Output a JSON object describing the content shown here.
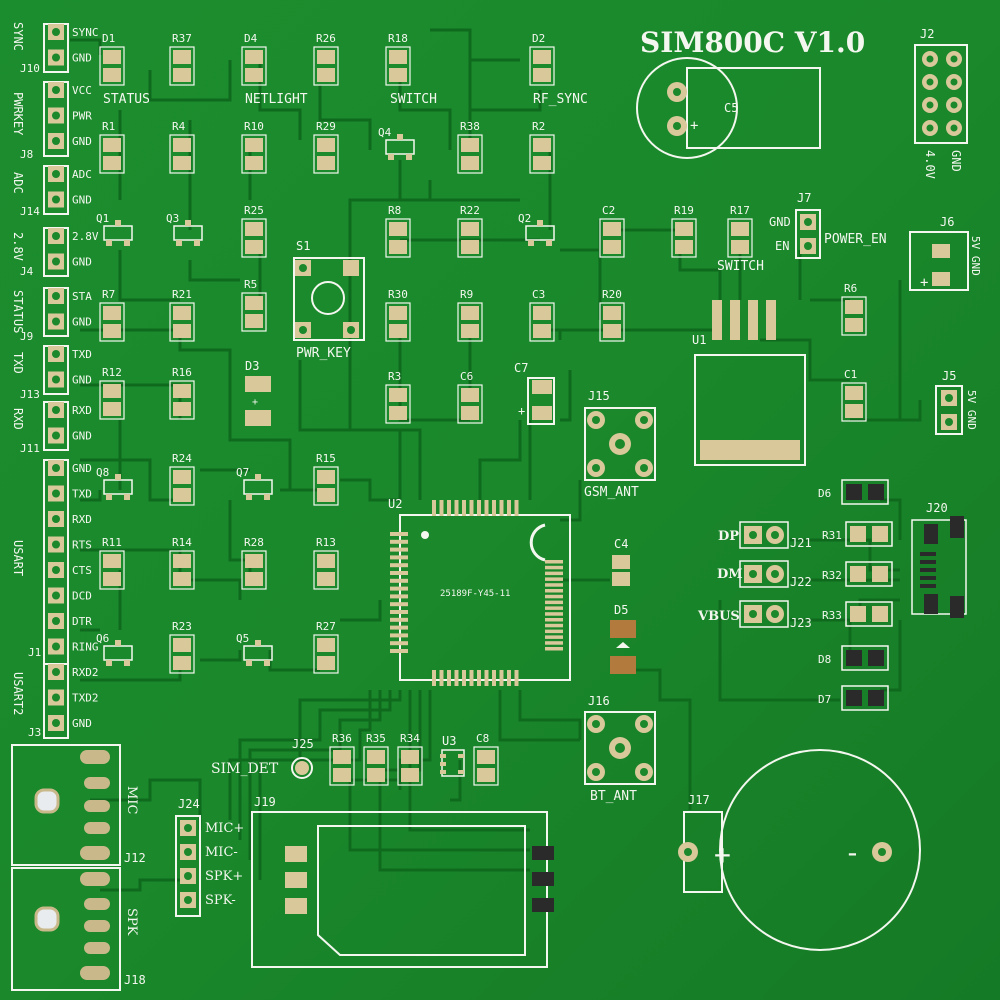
{
  "board": {
    "title": "SIM800C  V1.0",
    "chip_marking": "25189F-Y45-11",
    "colors": {
      "pcb": "#1a8a2c",
      "pcb_dark": "#0f6a1e",
      "silk": "#f4f7ef",
      "pad": "#d8c89a"
    }
  },
  "left_labels": {
    "J10": {
      "ref": "J10",
      "name": "SYNC",
      "pins": [
        "SYNC",
        "GND"
      ]
    },
    "J8": {
      "ref": "J8",
      "name": "PWRKEY",
      "pins": [
        "VCC",
        "PWR",
        "GND"
      ]
    },
    "J14": {
      "ref": "J14",
      "name": "ADC",
      "pins": [
        "ADC",
        "GND"
      ]
    },
    "J4": {
      "ref": "J4",
      "name": "2.8V",
      "pins": [
        "2.8V",
        "GND"
      ]
    },
    "J9": {
      "ref": "J9",
      "name": "STATUS",
      "pins": [
        "STA",
        "GND"
      ]
    },
    "J13": {
      "ref": "J13",
      "name": "TXD",
      "pins": [
        "TXD",
        "GND"
      ]
    },
    "J11": {
      "ref": "J11",
      "name": "RXD",
      "pins": [
        "RXD",
        "GND"
      ]
    },
    "J1": {
      "ref": "J1",
      "name": "USART",
      "pins": [
        "GND",
        "TXD",
        "RXD",
        "RTS",
        "CTS",
        "DCD",
        "DTR",
        "RING"
      ]
    },
    "J3": {
      "ref": "J3",
      "name": "USART2",
      "pins": [
        "RXD2",
        "TXD2",
        "GND"
      ]
    }
  },
  "top_leds": [
    "D1",
    "R37",
    "D4",
    "R26",
    "R18",
    "D2"
  ],
  "top_captions": [
    "STATUS",
    "NETLIGHT",
    "SWITCH",
    "RF_SYNC"
  ],
  "refs": {
    "R1": "R1",
    "R4": "R4",
    "R10": "R10",
    "R29": "R29",
    "Q4": "Q4",
    "R38": "R38",
    "R2": "R2",
    "Q1": "Q1",
    "Q3": "Q3",
    "R25": "R25",
    "R8": "R8",
    "R22": "R22",
    "Q2": "Q2",
    "C2": "C2",
    "R19": "R19",
    "R17": "R17",
    "S1": "S1",
    "R5": "R5",
    "R7": "R7",
    "R21": "R21",
    "R30": "R30",
    "R9": "R9",
    "C3": "C3",
    "R20": "R20",
    "D3": "D3",
    "R3": "R3",
    "C6": "C6",
    "C7": "C7",
    "R12": "R12",
    "R16": "R16",
    "Q8": "Q8",
    "R24": "R24",
    "Q7": "Q7",
    "R15": "R15",
    "R11": "R11",
    "R14": "R14",
    "R28": "R28",
    "R13": "R13",
    "Q6": "Q6",
    "R23": "R23",
    "Q5": "Q5",
    "R27": "R27",
    "U2": "U2",
    "U1": "U1",
    "C4": "C4",
    "D5": "D5",
    "J15": "J15",
    "J16": "J16",
    "C5": "C5",
    "J2": "J2",
    "J7": "J7",
    "J6": "J6",
    "R6": "R6",
    "C1": "C1",
    "J5": "J5",
    "D6": "D6",
    "J20": "J20",
    "R31": "R31",
    "R32": "R32",
    "R33": "R33",
    "D8": "D8",
    "D7": "D7",
    "J21": "J21",
    "J22": "J22",
    "J23": "J23",
    "J17": "J17",
    "J25": "J25",
    "R36": "R36",
    "R35": "R35",
    "R34": "R34",
    "U3": "U3",
    "C8": "C8",
    "J24": "J24",
    "J19": "J19",
    "J12": "J12",
    "J18": "J18"
  },
  "labels": {
    "pwr_key": "PWR_KEY",
    "gsm_ant": "GSM_ANT",
    "bt_ant": "BT_ANT",
    "sim_det": "SIM_DET",
    "power_en": "POWER_EN",
    "switch": "SWITCH",
    "gnd": "GND",
    "en": "EN",
    "v5_gnd": "5V GND",
    "v40_gnd": [
      "4.0V",
      "GND"
    ],
    "dp": "DP",
    "dm": "DM",
    "vbus": "VBUS",
    "mic": "MIC",
    "spk": "SPK",
    "audio_pins": [
      "MIC+",
      "MIC-",
      "SPK+",
      "SPK-"
    ],
    "plus": "+",
    "minus": "-"
  }
}
